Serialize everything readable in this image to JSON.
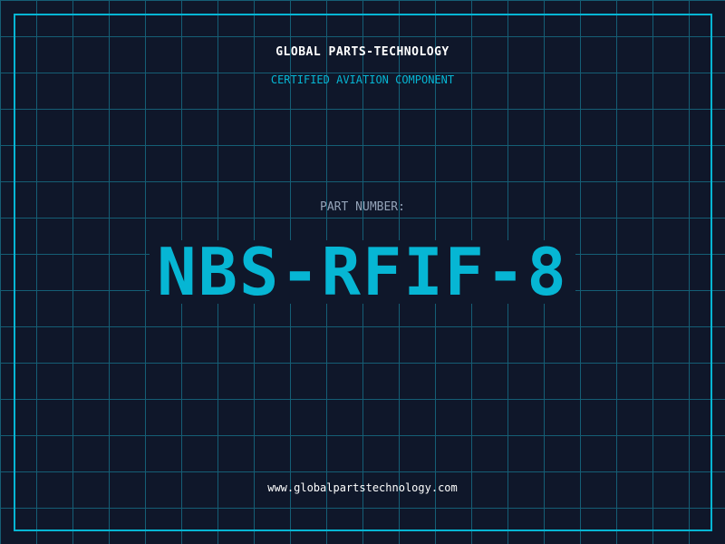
{
  "brand": "GLOBAL PARTS-TECHNOLOGY",
  "subtitle": "CERTIFIED AVIATION COMPONENT",
  "part_label": "PART NUMBER:",
  "part_number": "NBS-RFIF-8",
  "website": "www.globalpartstechnology.com",
  "colors": {
    "background": "#0f172a",
    "grid": "#155e75",
    "accent": "#06b6d4"
  }
}
